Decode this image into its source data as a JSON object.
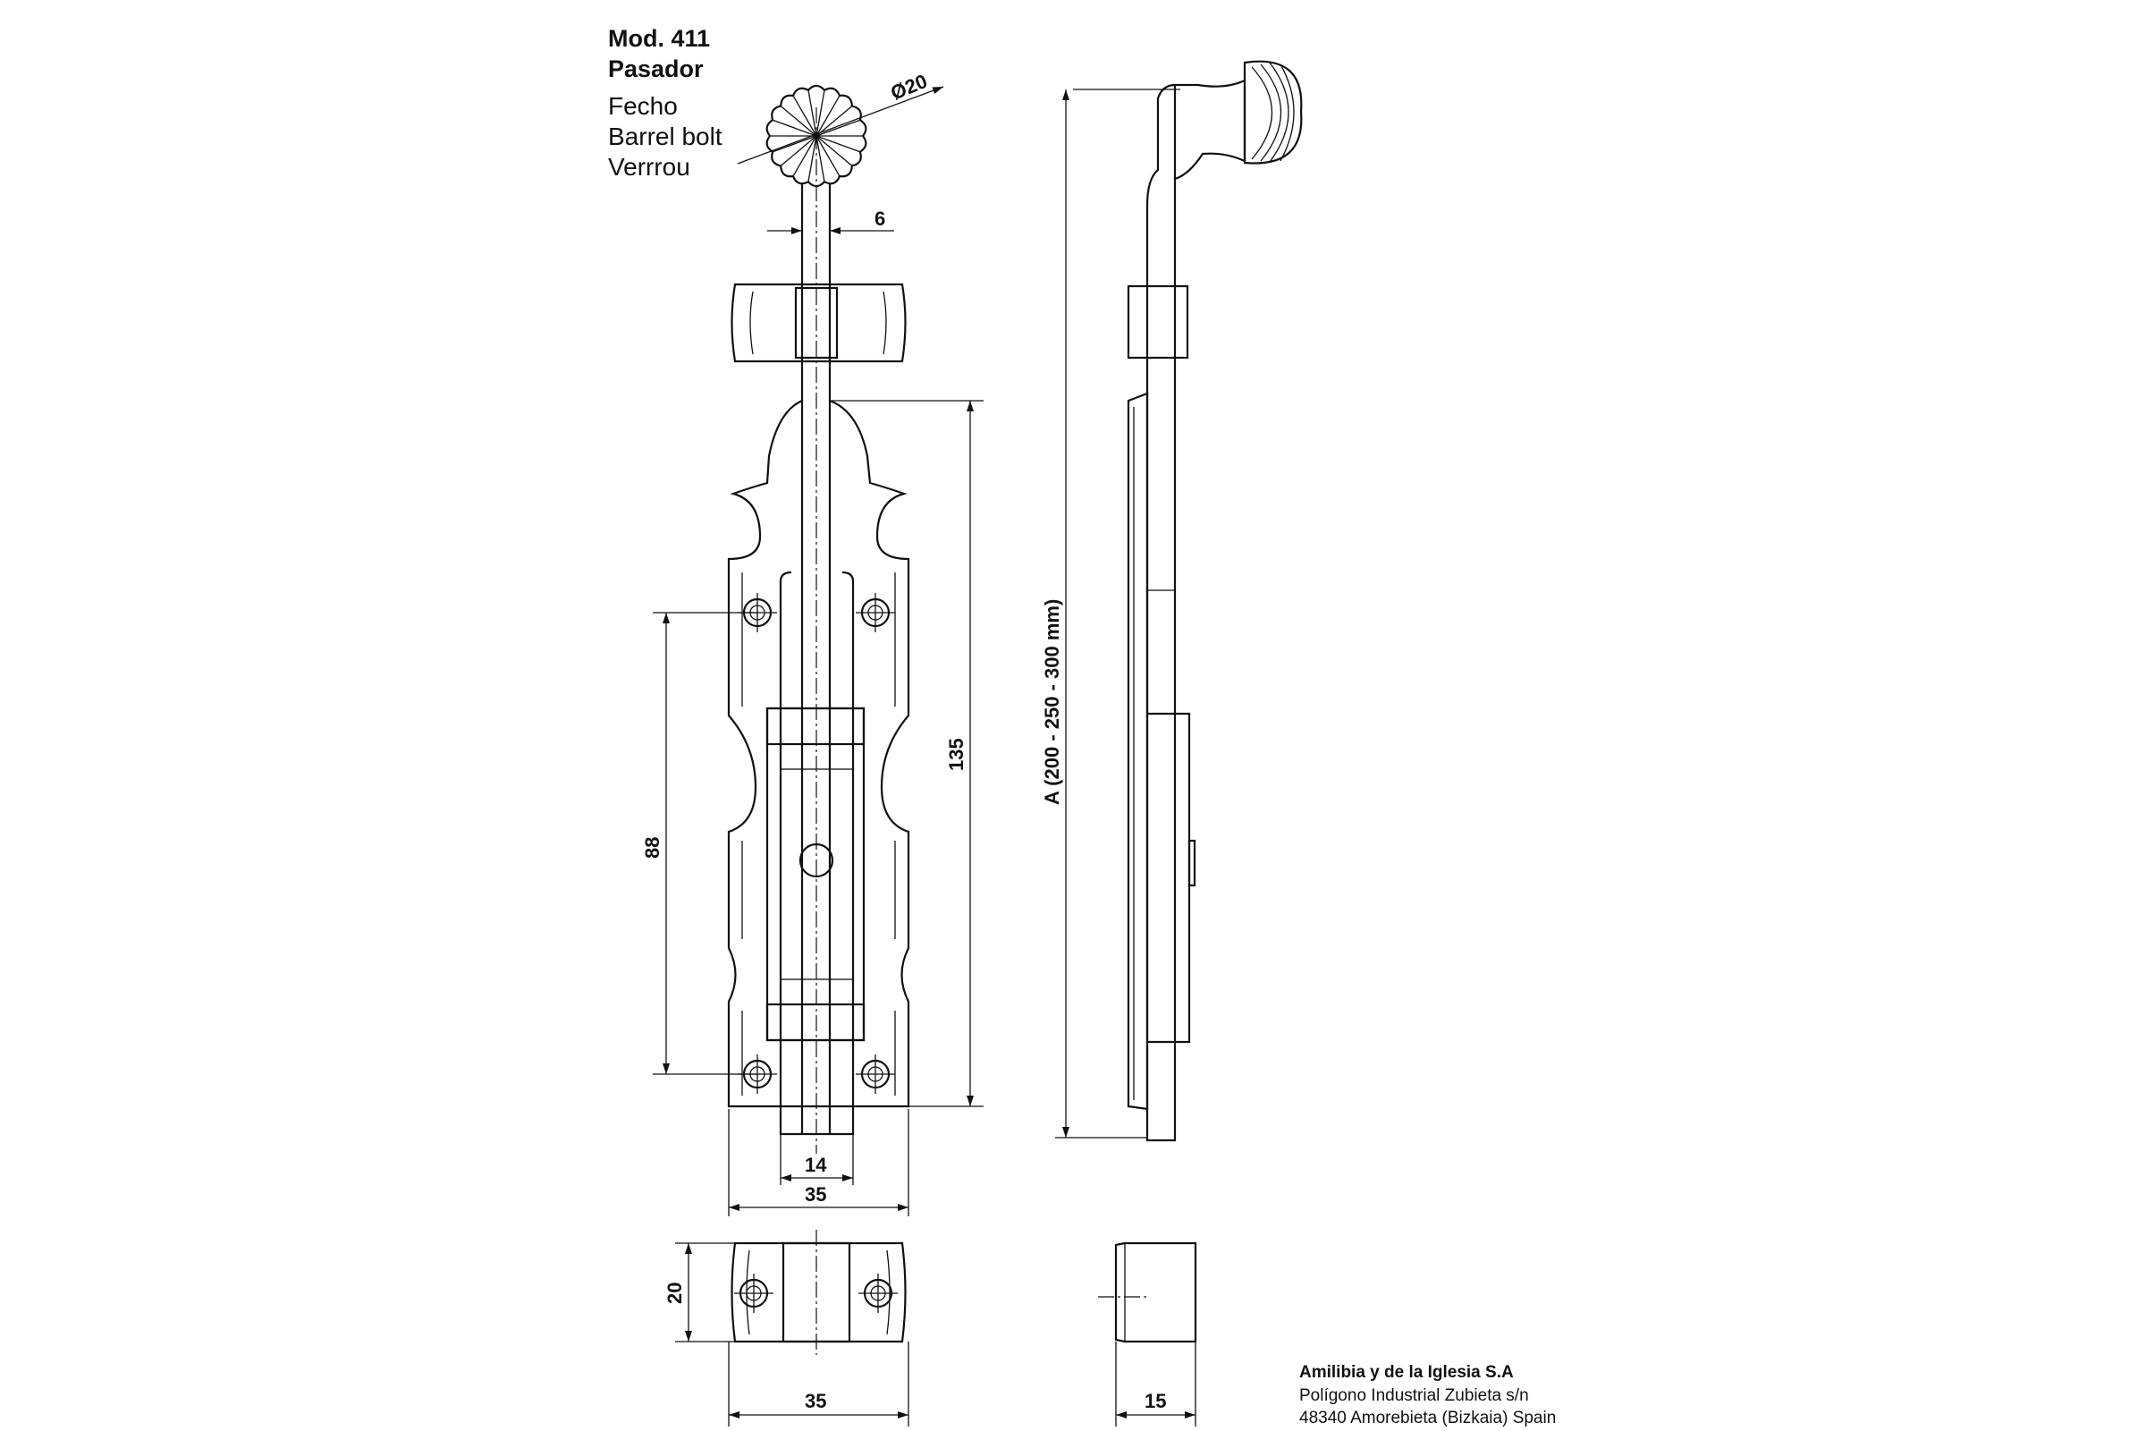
{
  "title": {
    "model": "Mod. 411",
    "name_es": "Pasador",
    "name_pt": "Fecho",
    "name_en": "Barrel bolt",
    "name_fr": "Verrrou"
  },
  "dimensions": {
    "knob_diameter": "Ø20",
    "rod": "6",
    "length_A": "A (200 - 250 - 300 mm)",
    "plate_height": "135",
    "hole_spacing": "88",
    "bolt_width": "14",
    "plate_width": "35",
    "keeper_height": "20",
    "keeper_width": "35",
    "keeper_depth": "15"
  },
  "footer": {
    "company": "Amilibia y de la Iglesia S.A",
    "address1": "Polígono Industrial Zubieta s/n",
    "address2": "48340 Amorebieta (Bizkaia) Spain"
  }
}
